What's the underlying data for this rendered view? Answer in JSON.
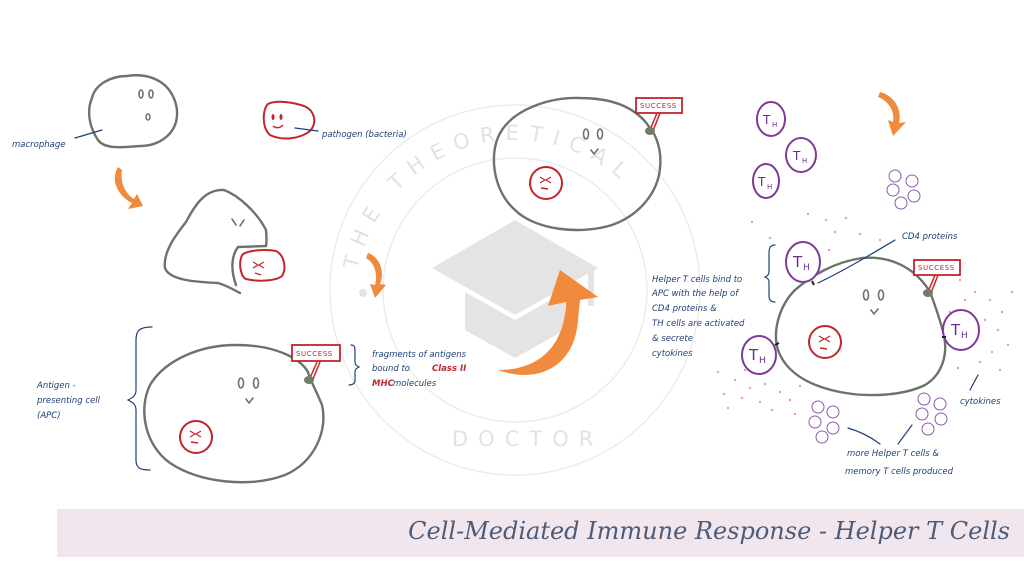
{
  "title": "Cell-Mediated Immune Response - Helper T Cells",
  "watermark": {
    "top_text": "THE THEORETICAL",
    "bottom_text": "DOCTOR",
    "icon": "graduation-cap-icon"
  },
  "labels": {
    "macrophage": "macrophage",
    "pathogen": "pathogen (bacteria)",
    "apc": [
      "Antigen -",
      "presenting cell",
      "(APC)"
    ],
    "fragments": [
      "fragments of antigens",
      "bound to",
      "Class II",
      "MHC",
      "molecules"
    ],
    "helper_bind": [
      "Helper T cells bind to",
      "APC with the help of",
      "CD4 proteins &",
      "TH cells are activated",
      "& secrete",
      "cytokines"
    ],
    "cd4": "CD4 proteins",
    "cytokines": "cytokines",
    "more_cells": [
      "more Helper T cells &",
      "memory T cells produced"
    ]
  },
  "signs": {
    "success": "SUCCESS"
  },
  "th_label": "T",
  "th_sub": "H",
  "colors": {
    "cell_outline": "#6a7568",
    "pathogen": "#c4242b",
    "t_helper": "#7d3a9a",
    "arrow": "#f08a3c",
    "ink": "#1f3f7a",
    "title_bar": "#f2e6ee",
    "title_text": "#4c5b78",
    "cytokine_dots": "#f29b9b"
  }
}
